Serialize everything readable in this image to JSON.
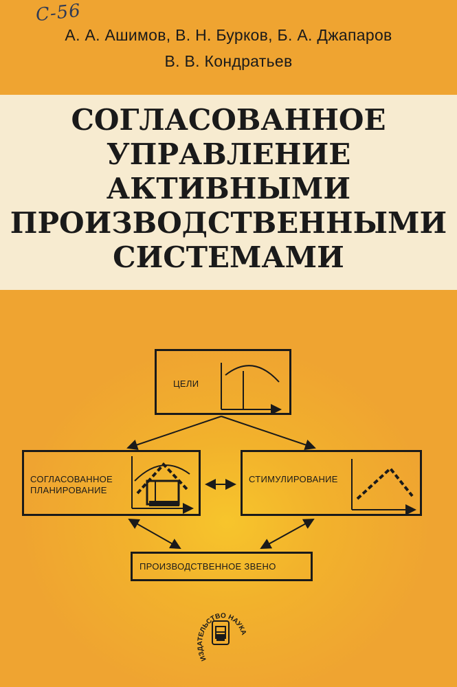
{
  "handwritten_note": "С-56",
  "authors": {
    "line1": "А. А. Ашимов, В. Н. Бурков, Б. А. Джапаров",
    "line2": "В. В. Кондратьев"
  },
  "title": {
    "lines": [
      "СОГЛАСОВАННОЕ",
      "УПРАВЛЕНИЕ",
      "АКТИВНЫМИ",
      "ПРОИЗВОДСТВЕННЫМИ",
      "СИСТЕМАМИ"
    ]
  },
  "diagram": {
    "goals_label": "ЦЕЛИ",
    "planning_label_line1": "СОГЛАСОВАННОЕ",
    "planning_label_line2": "ПЛАНИРОВАНИЕ",
    "incentives_label": "СТИМУЛИРОВАНИЕ",
    "production_label": "ПРОИЗВОДСТВЕННОЕ ЗВЕНО"
  },
  "publisher": {
    "name": "ИЗДАТЕЛЬСТВО НАУКА",
    "logo_icon": "publisher-logo-icon"
  },
  "colors": {
    "cover_orange": "#efa431",
    "cover_yellow": "#f7c52c",
    "title_band": "#f7ebd0",
    "ink": "#1a1a1a"
  }
}
